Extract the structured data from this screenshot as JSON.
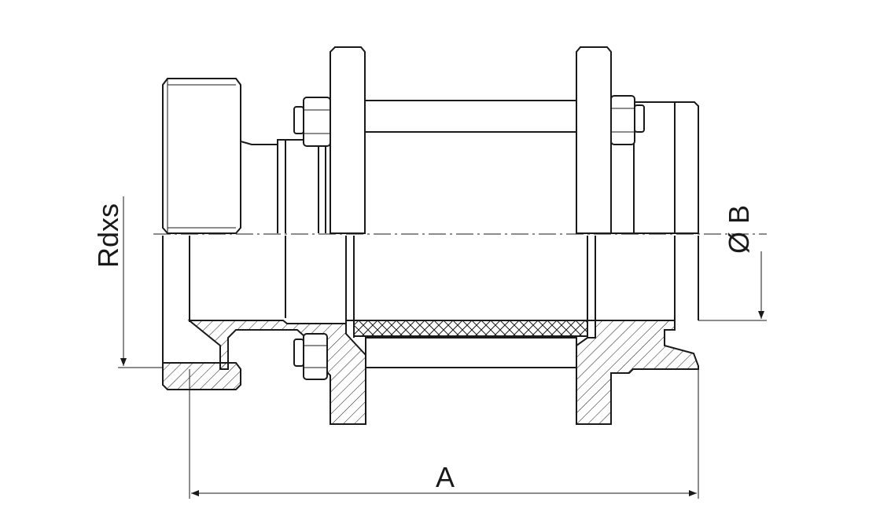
{
  "labels": {
    "length": "A",
    "thread": "Rdxs",
    "diameter": "Ø B"
  }
}
